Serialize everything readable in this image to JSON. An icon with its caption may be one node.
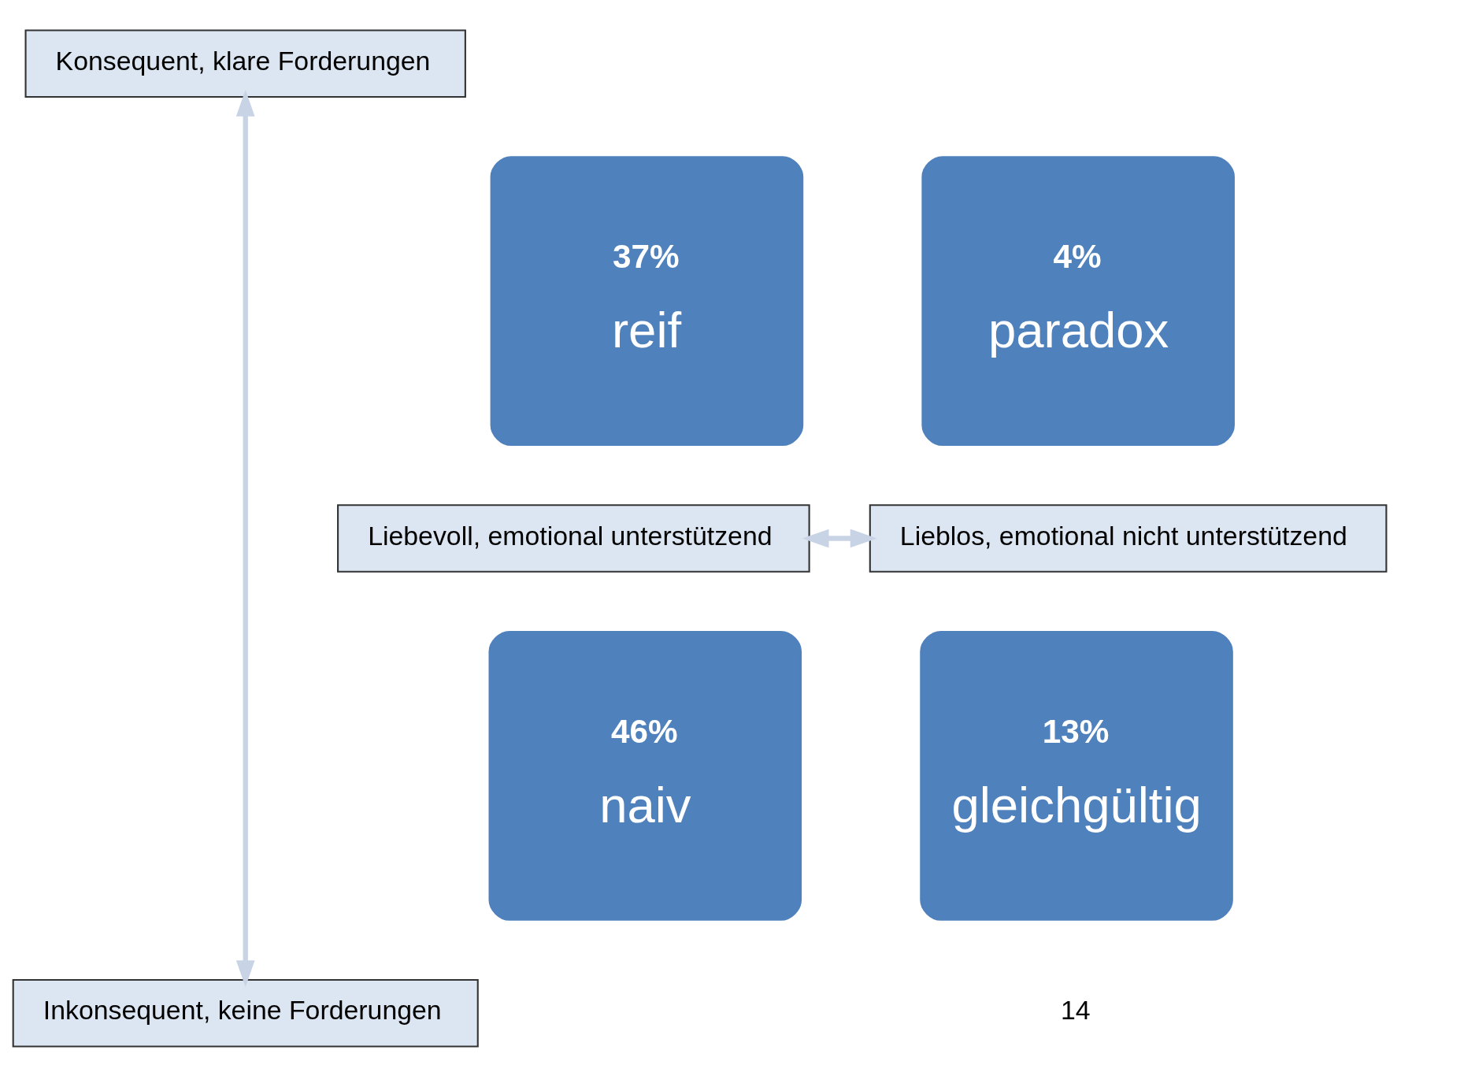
{
  "diagram": {
    "nodes": [
      {
        "text": [
          "Konsequent, klare Forderungen"
        ]
      },
      {
        "text": [
          "37%",
          "reif"
        ]
      },
      {
        "text": [
          "4%",
          "paradox"
        ]
      },
      {
        "text": [
          "Liebevoll, emotional unterstützend"
        ]
      },
      {
        "text": [
          "Lieblos, emotional nicht unterstützend"
        ]
      },
      {
        "text": [
          "46%",
          "naiv"
        ]
      },
      {
        "text": [
          "13%",
          "gleichgültig"
        ]
      },
      {
        "text": [
          "Inkonsequent, keine Forderungen"
        ]
      }
    ],
    "edges": [
      {
        "from": 7,
        "to": 0,
        "arrow": "both"
      },
      {
        "from": 3,
        "to": 4,
        "arrow": "both"
      }
    ],
    "labels": [
      "14"
    ]
  }
}
